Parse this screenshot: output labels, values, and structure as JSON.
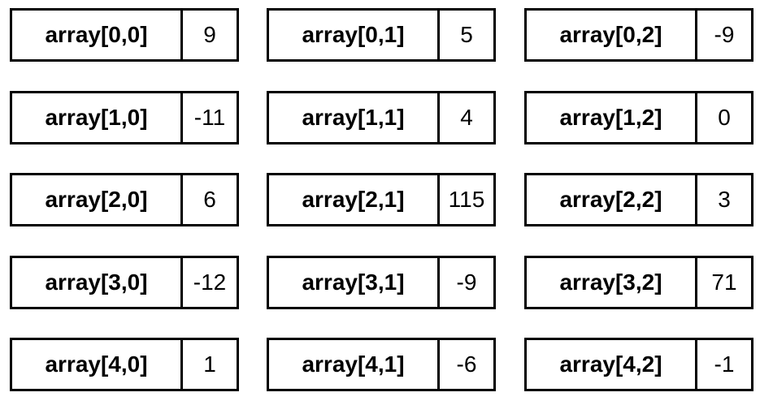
{
  "cells": [
    {
      "label": "array[0,0]",
      "value": "9"
    },
    {
      "label": "array[0,1]",
      "value": "5"
    },
    {
      "label": "array[0,2]",
      "value": "-9"
    },
    {
      "label": "array[1,0]",
      "value": "-11"
    },
    {
      "label": "array[1,1]",
      "value": "4"
    },
    {
      "label": "array[1,2]",
      "value": "0"
    },
    {
      "label": "array[2,0]",
      "value": "6"
    },
    {
      "label": "array[2,1]",
      "value": "115"
    },
    {
      "label": "array[2,2]",
      "value": "3"
    },
    {
      "label": "array[3,0]",
      "value": "-12"
    },
    {
      "label": "array[3,1]",
      "value": "-9"
    },
    {
      "label": "array[3,2]",
      "value": "71"
    },
    {
      "label": "array[4,0]",
      "value": "1"
    },
    {
      "label": "array[4,1]",
      "value": "-6"
    },
    {
      "label": "array[4,2]",
      "value": "-1"
    }
  ]
}
